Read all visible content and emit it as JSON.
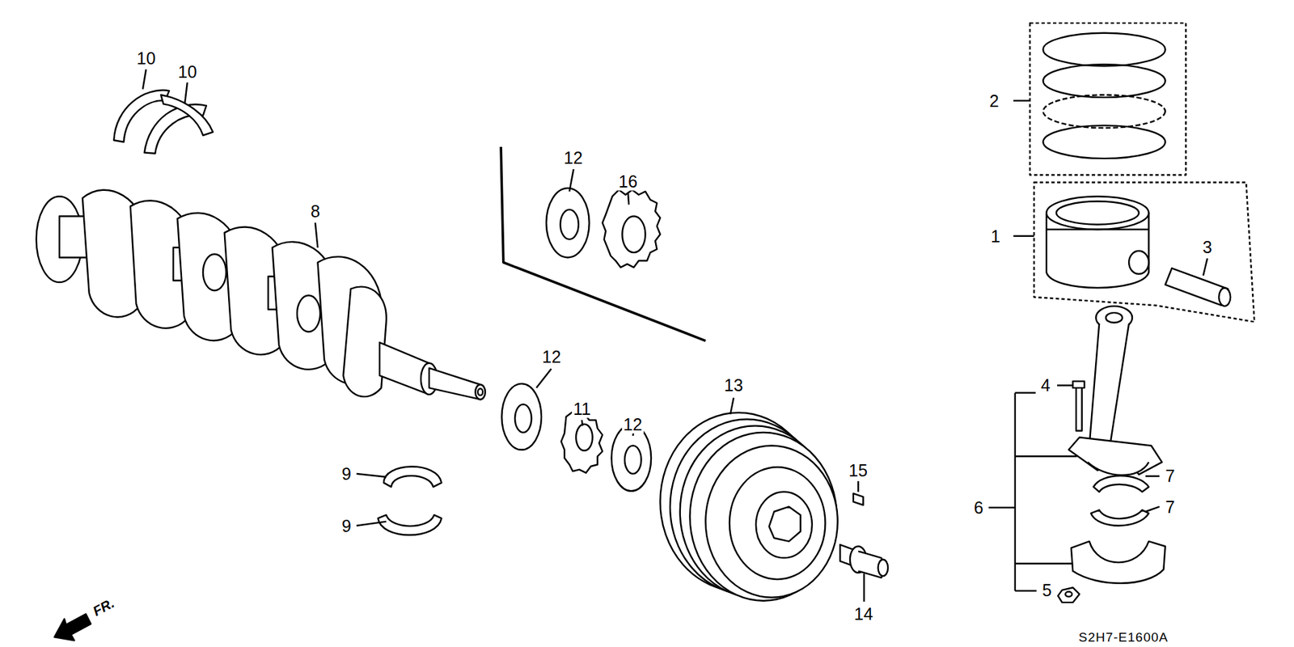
{
  "diagram": {
    "labels": [
      "10",
      "10",
      "12",
      "16",
      "8",
      "2",
      "1",
      "3",
      "12",
      "11",
      "12",
      "13",
      "15",
      "4",
      "9",
      "9",
      "6",
      "7",
      "7",
      "5",
      "14",
      "FR.",
      "S2H7-E1600A"
    ]
  }
}
